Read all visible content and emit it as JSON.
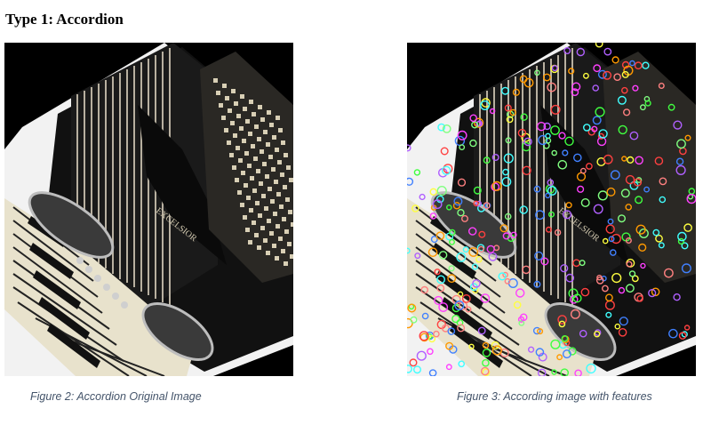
{
  "heading": "Type 1: Accordion",
  "figures": [
    {
      "caption": "Figure 2: Accordion Original Image",
      "brand_text": "EXCELSIOR",
      "colors": {
        "background": "#000000",
        "body": "#111111",
        "keys_white": "#e8e2cc",
        "grille": "#c9bfa3"
      }
    },
    {
      "caption": "Figure 3: According image with features",
      "brand_text": "EXCELSIOR",
      "colors": {
        "background": "#000000",
        "body": "#111111",
        "keys_white": "#e8e2cc",
        "grille": "#c9bfa3"
      },
      "feature_colors": [
        "#ff4040",
        "#40ff40",
        "#4080ff",
        "#ffff40",
        "#ff40ff",
        "#40ffff",
        "#ff9900",
        "#b060ff",
        "#80ff80",
        "#ff8080"
      ]
    }
  ]
}
